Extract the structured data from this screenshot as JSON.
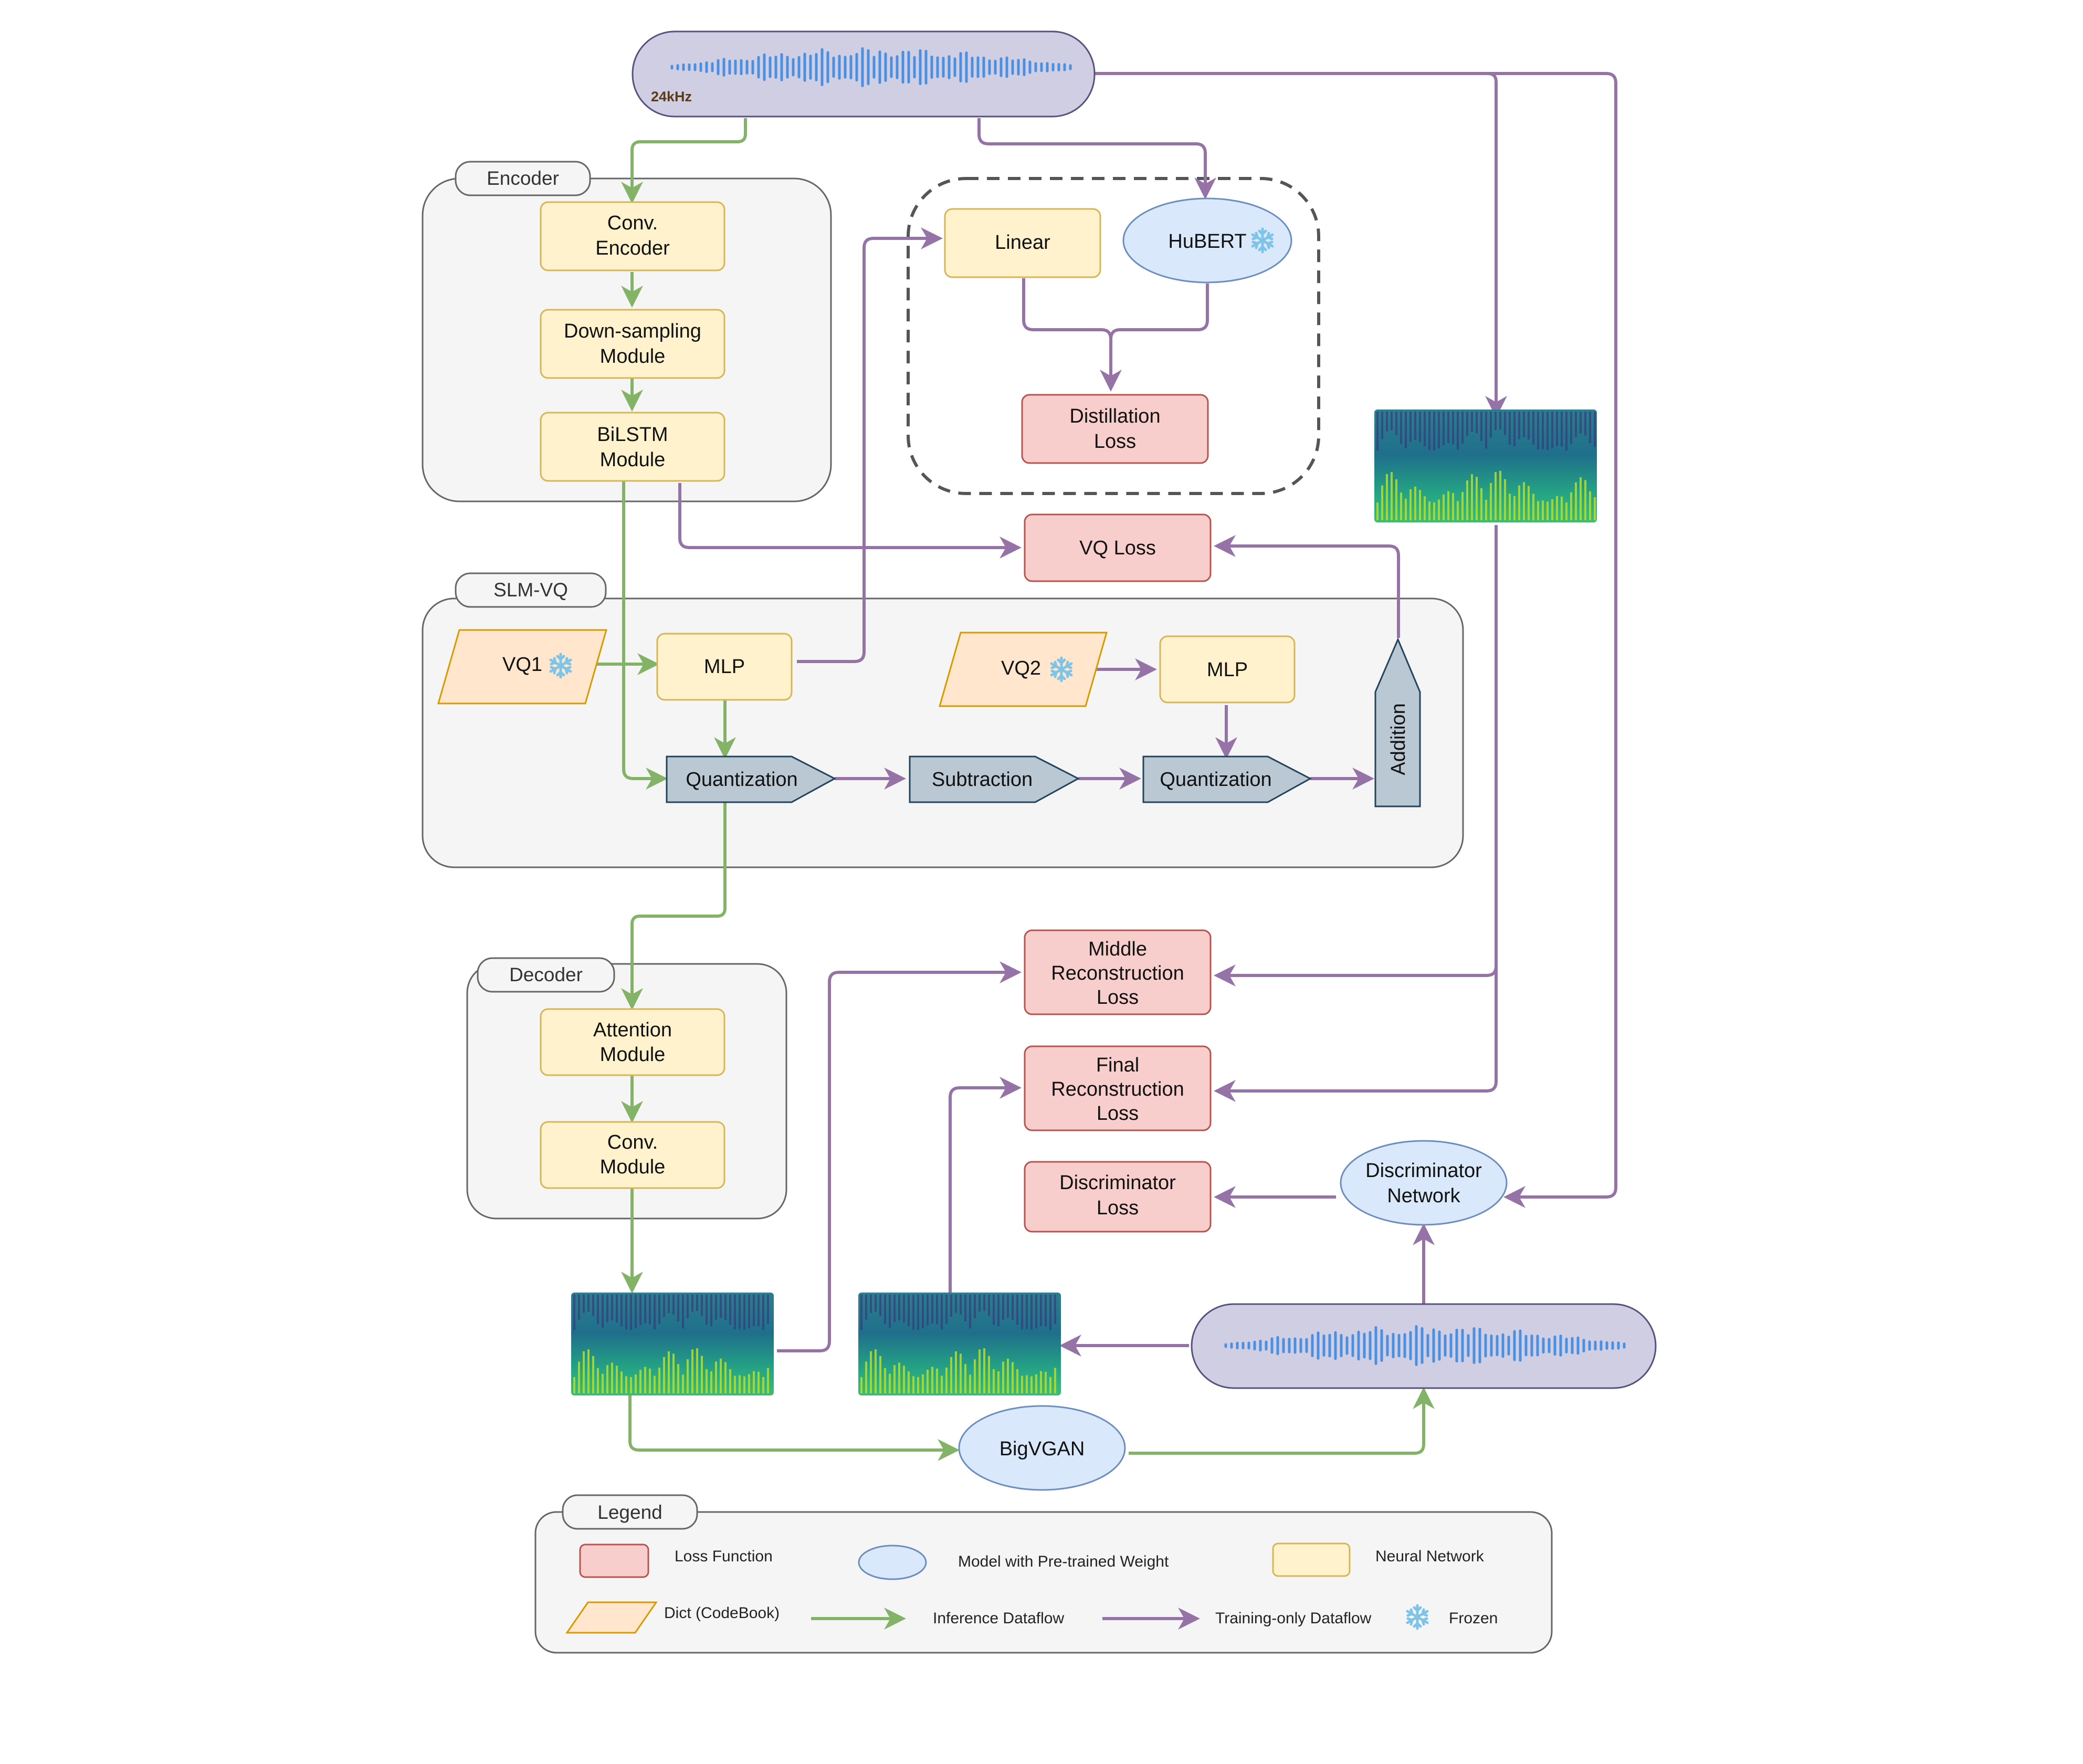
{
  "groups": {
    "encoder": "Encoder",
    "slm_vq": "SLM-VQ",
    "decoder": "Decoder",
    "legend": "Legend"
  },
  "nodes": {
    "input_rate": "24kHz",
    "conv_encoder": [
      "Conv.",
      "Encoder"
    ],
    "downsampling": [
      "Down-sampling",
      "Module"
    ],
    "bilstm": [
      "BiLSTM",
      "Module"
    ],
    "linear": "Linear",
    "hubert": "HuBERT",
    "distillation_loss": [
      "Distillation",
      "Loss"
    ],
    "vq_loss": "VQ Loss",
    "vq1": "VQ1",
    "mlp1": "MLP",
    "vq2": "VQ2",
    "mlp2": "MLP",
    "quantization1": "Quantization",
    "subtraction": "Subtraction",
    "quantization2": "Quantization",
    "addition": "Addition",
    "middle_recon_loss": [
      "Middle",
      "Reconstruction",
      "Loss"
    ],
    "final_recon_loss": [
      "Final",
      "Reconstruction",
      "Loss"
    ],
    "discriminator_loss": [
      "Discriminator",
      "Loss"
    ],
    "discriminator_network": [
      "Discriminator",
      "Network"
    ],
    "attention": [
      "Attention",
      "Module"
    ],
    "conv_module": [
      "Conv.",
      "Module"
    ],
    "bigvgan": "BigVGAN"
  },
  "legend": {
    "loss_function": "Loss Function",
    "pretrained": "Model with Pre-trained Weight",
    "neural_network": "Neural Network",
    "codebook": "Dict (CodeBook)",
    "inference": "Inference Dataflow",
    "training": "Training-only Dataflow",
    "frozen": "Frozen"
  },
  "icons": {
    "frozen": "snowflake-icon",
    "waveform": "waveform-icon",
    "spectrogram": "spectrogram-icon"
  },
  "colors": {
    "inference_flow": "#82b366",
    "training_flow": "#9673a6",
    "loss_fill": "#f8cecc",
    "network_fill": "#fff2cc",
    "pretrained_fill": "#dae8fc",
    "codebook_fill": "#ffe6cc",
    "frozen_icon": "#7ec4e8",
    "waveform": "#4a90e2"
  }
}
